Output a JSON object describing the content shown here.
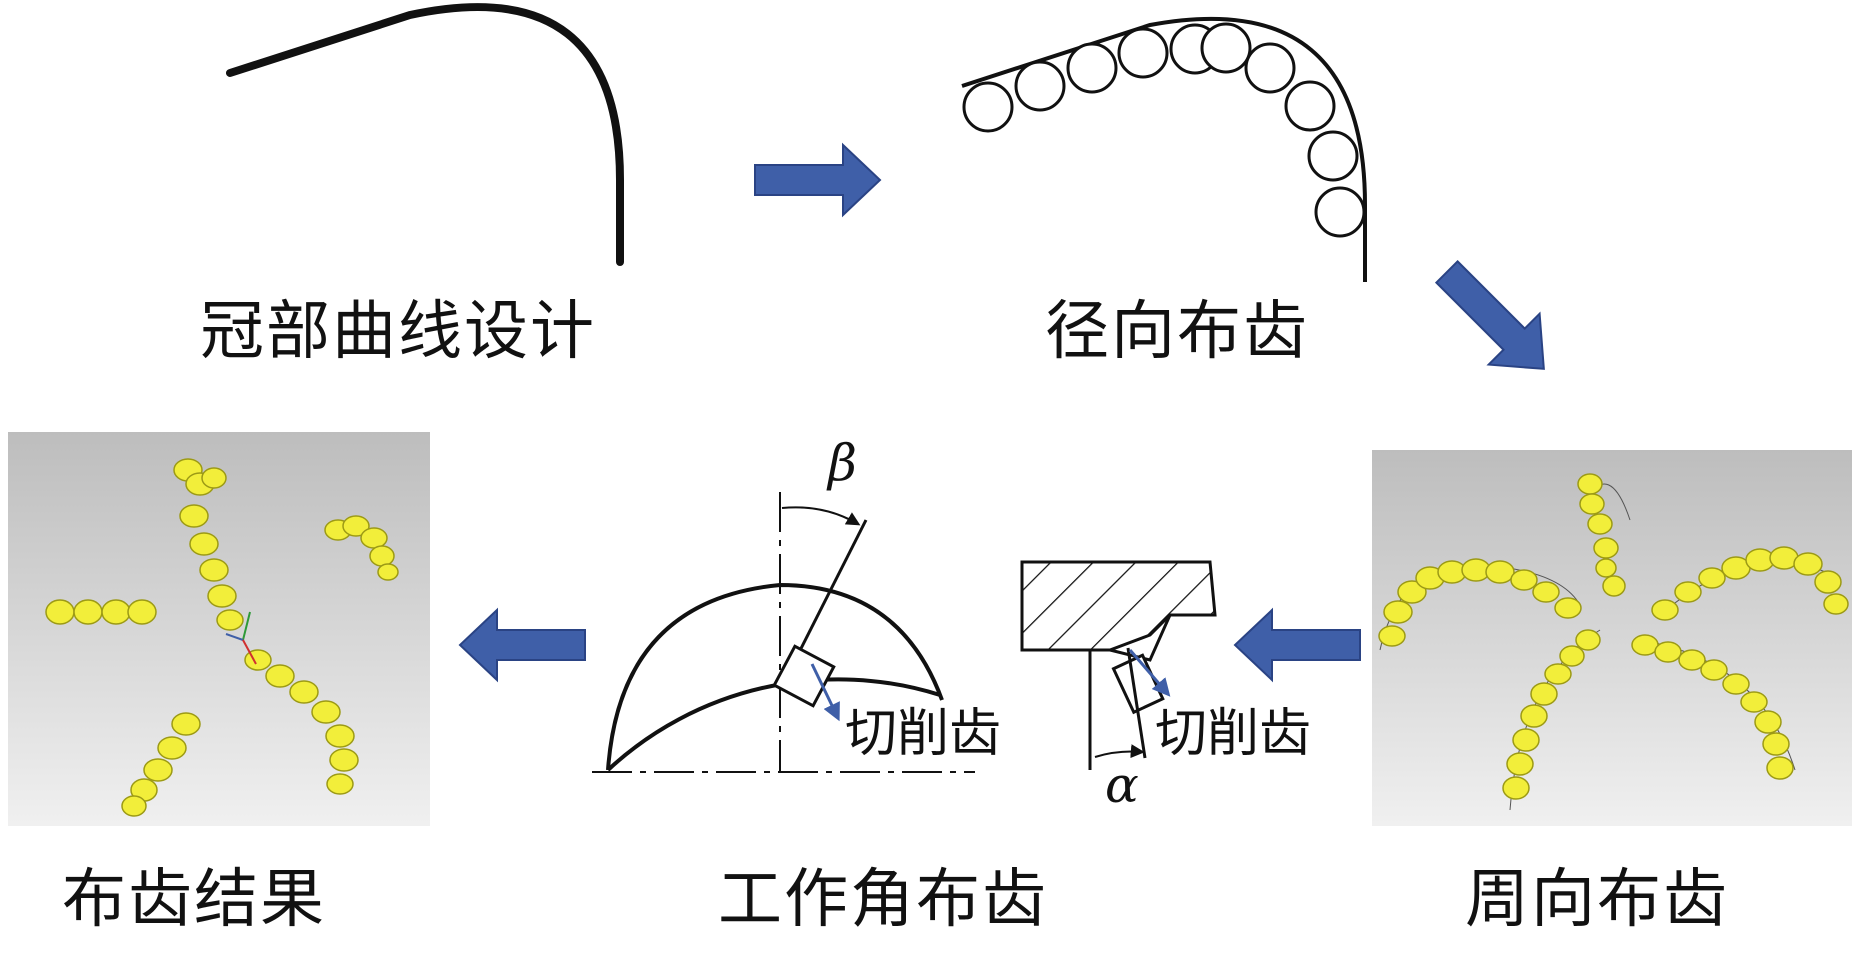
{
  "labels": {
    "crown_curve_design": "冠部曲线设计",
    "radial_layout": "径向布齿",
    "circumferential_layout": "周向布齿",
    "working_angle_layout": "工作角布齿",
    "layout_result": "布齿结果",
    "cutter_label": "切削齿",
    "beta": "β",
    "alpha": "α"
  },
  "colors": {
    "arrow_fill": "#3f5fa8",
    "arrow_stroke": "#2a4384",
    "cutter_yellow": "#f2ee3a",
    "cutter_dark": "#9c9a15",
    "panel_top": "#bfbfbf",
    "panel_bottom": "#f0f0f0",
    "line": "#111111",
    "blue_vector": "#3f5fa8"
  }
}
